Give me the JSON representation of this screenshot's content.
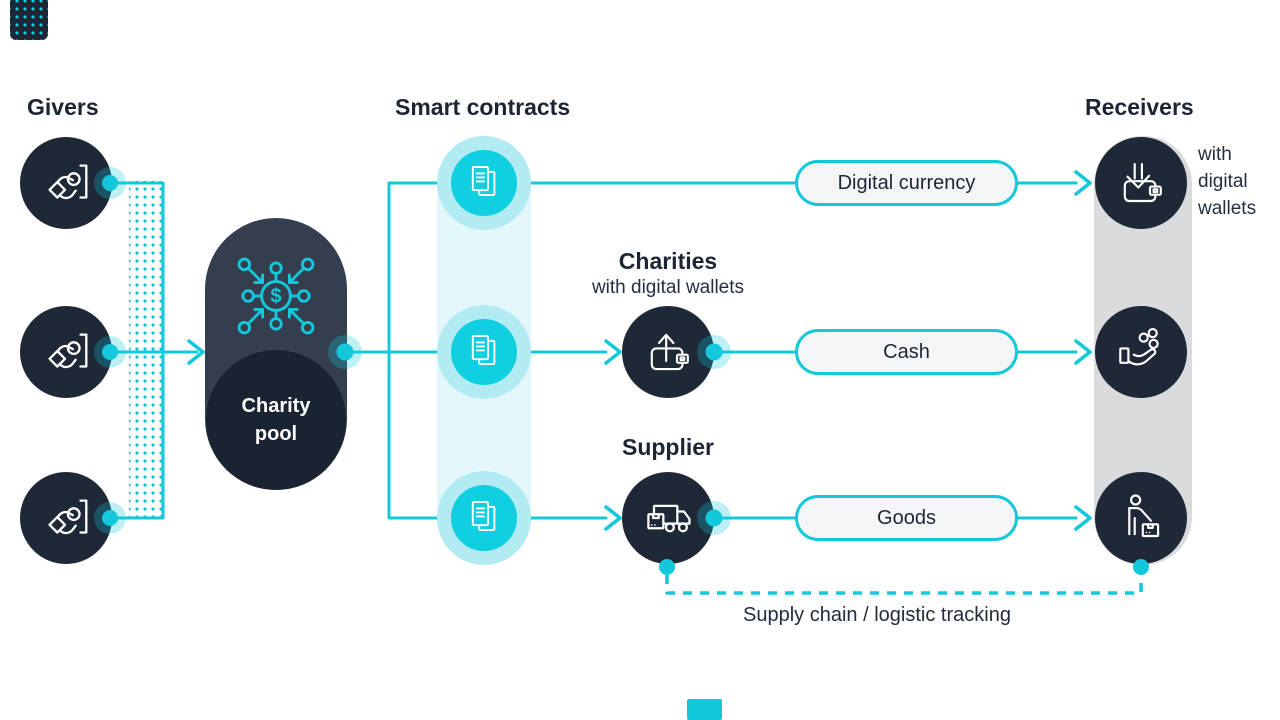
{
  "diagram": {
    "title_context": "Blockchain charity donation flow",
    "headings": {
      "givers": "Givers",
      "smart_contracts": "Smart contracts",
      "charities": "Charities",
      "charities_sub": "with digital wallets",
      "supplier": "Supplier",
      "receivers": "Receivers",
      "receivers_note": "with digital wallets"
    },
    "charity_pool": {
      "line1": "Charity",
      "line2": "pool"
    },
    "flow_pills": [
      {
        "label": "Digital currency"
      },
      {
        "label": "Cash"
      },
      {
        "label": "Goods"
      }
    ],
    "tracking_label": "Supply chain / logistic tracking",
    "icons": {
      "giver": "hand-donating-icon",
      "charity_pool": "fund-distribution-icon",
      "smart_contract": "contract-document-icon",
      "charities": "wallet-up-arrow-icon",
      "supplier": "delivery-truck-icon",
      "receiver_digital_currency": "wallet-down-arrow-icon",
      "receiver_cash": "hand-coins-icon",
      "receiver_goods": "person-with-box-icon"
    },
    "colors": {
      "navy_circle": "#1e2836",
      "pool_capsule": "#343e4e",
      "pool_circle": "#1a2332",
      "cyan": "#13c8da",
      "bright_cyan": "#0fcfe0",
      "halo_cyan": "#b2ebf2",
      "pale_cyan_band": "#e3f7fa",
      "gray_band": "#d9dbdd",
      "pill_fill": "#f4f5f6",
      "text": "#1d2533"
    }
  }
}
